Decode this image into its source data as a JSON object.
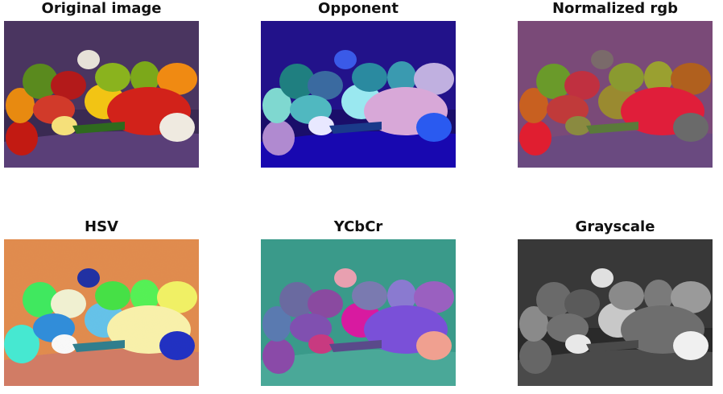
{
  "panels": [
    {
      "id": "original",
      "title": "Original image"
    },
    {
      "id": "opponent",
      "title": "Opponent"
    },
    {
      "id": "normalized-rgb",
      "title": "Normalized rgb"
    },
    {
      "id": "hsv",
      "title": "HSV"
    },
    {
      "id": "ycbcr",
      "title": "YCbCr"
    },
    {
      "id": "grayscale",
      "title": "Grayscale"
    }
  ]
}
